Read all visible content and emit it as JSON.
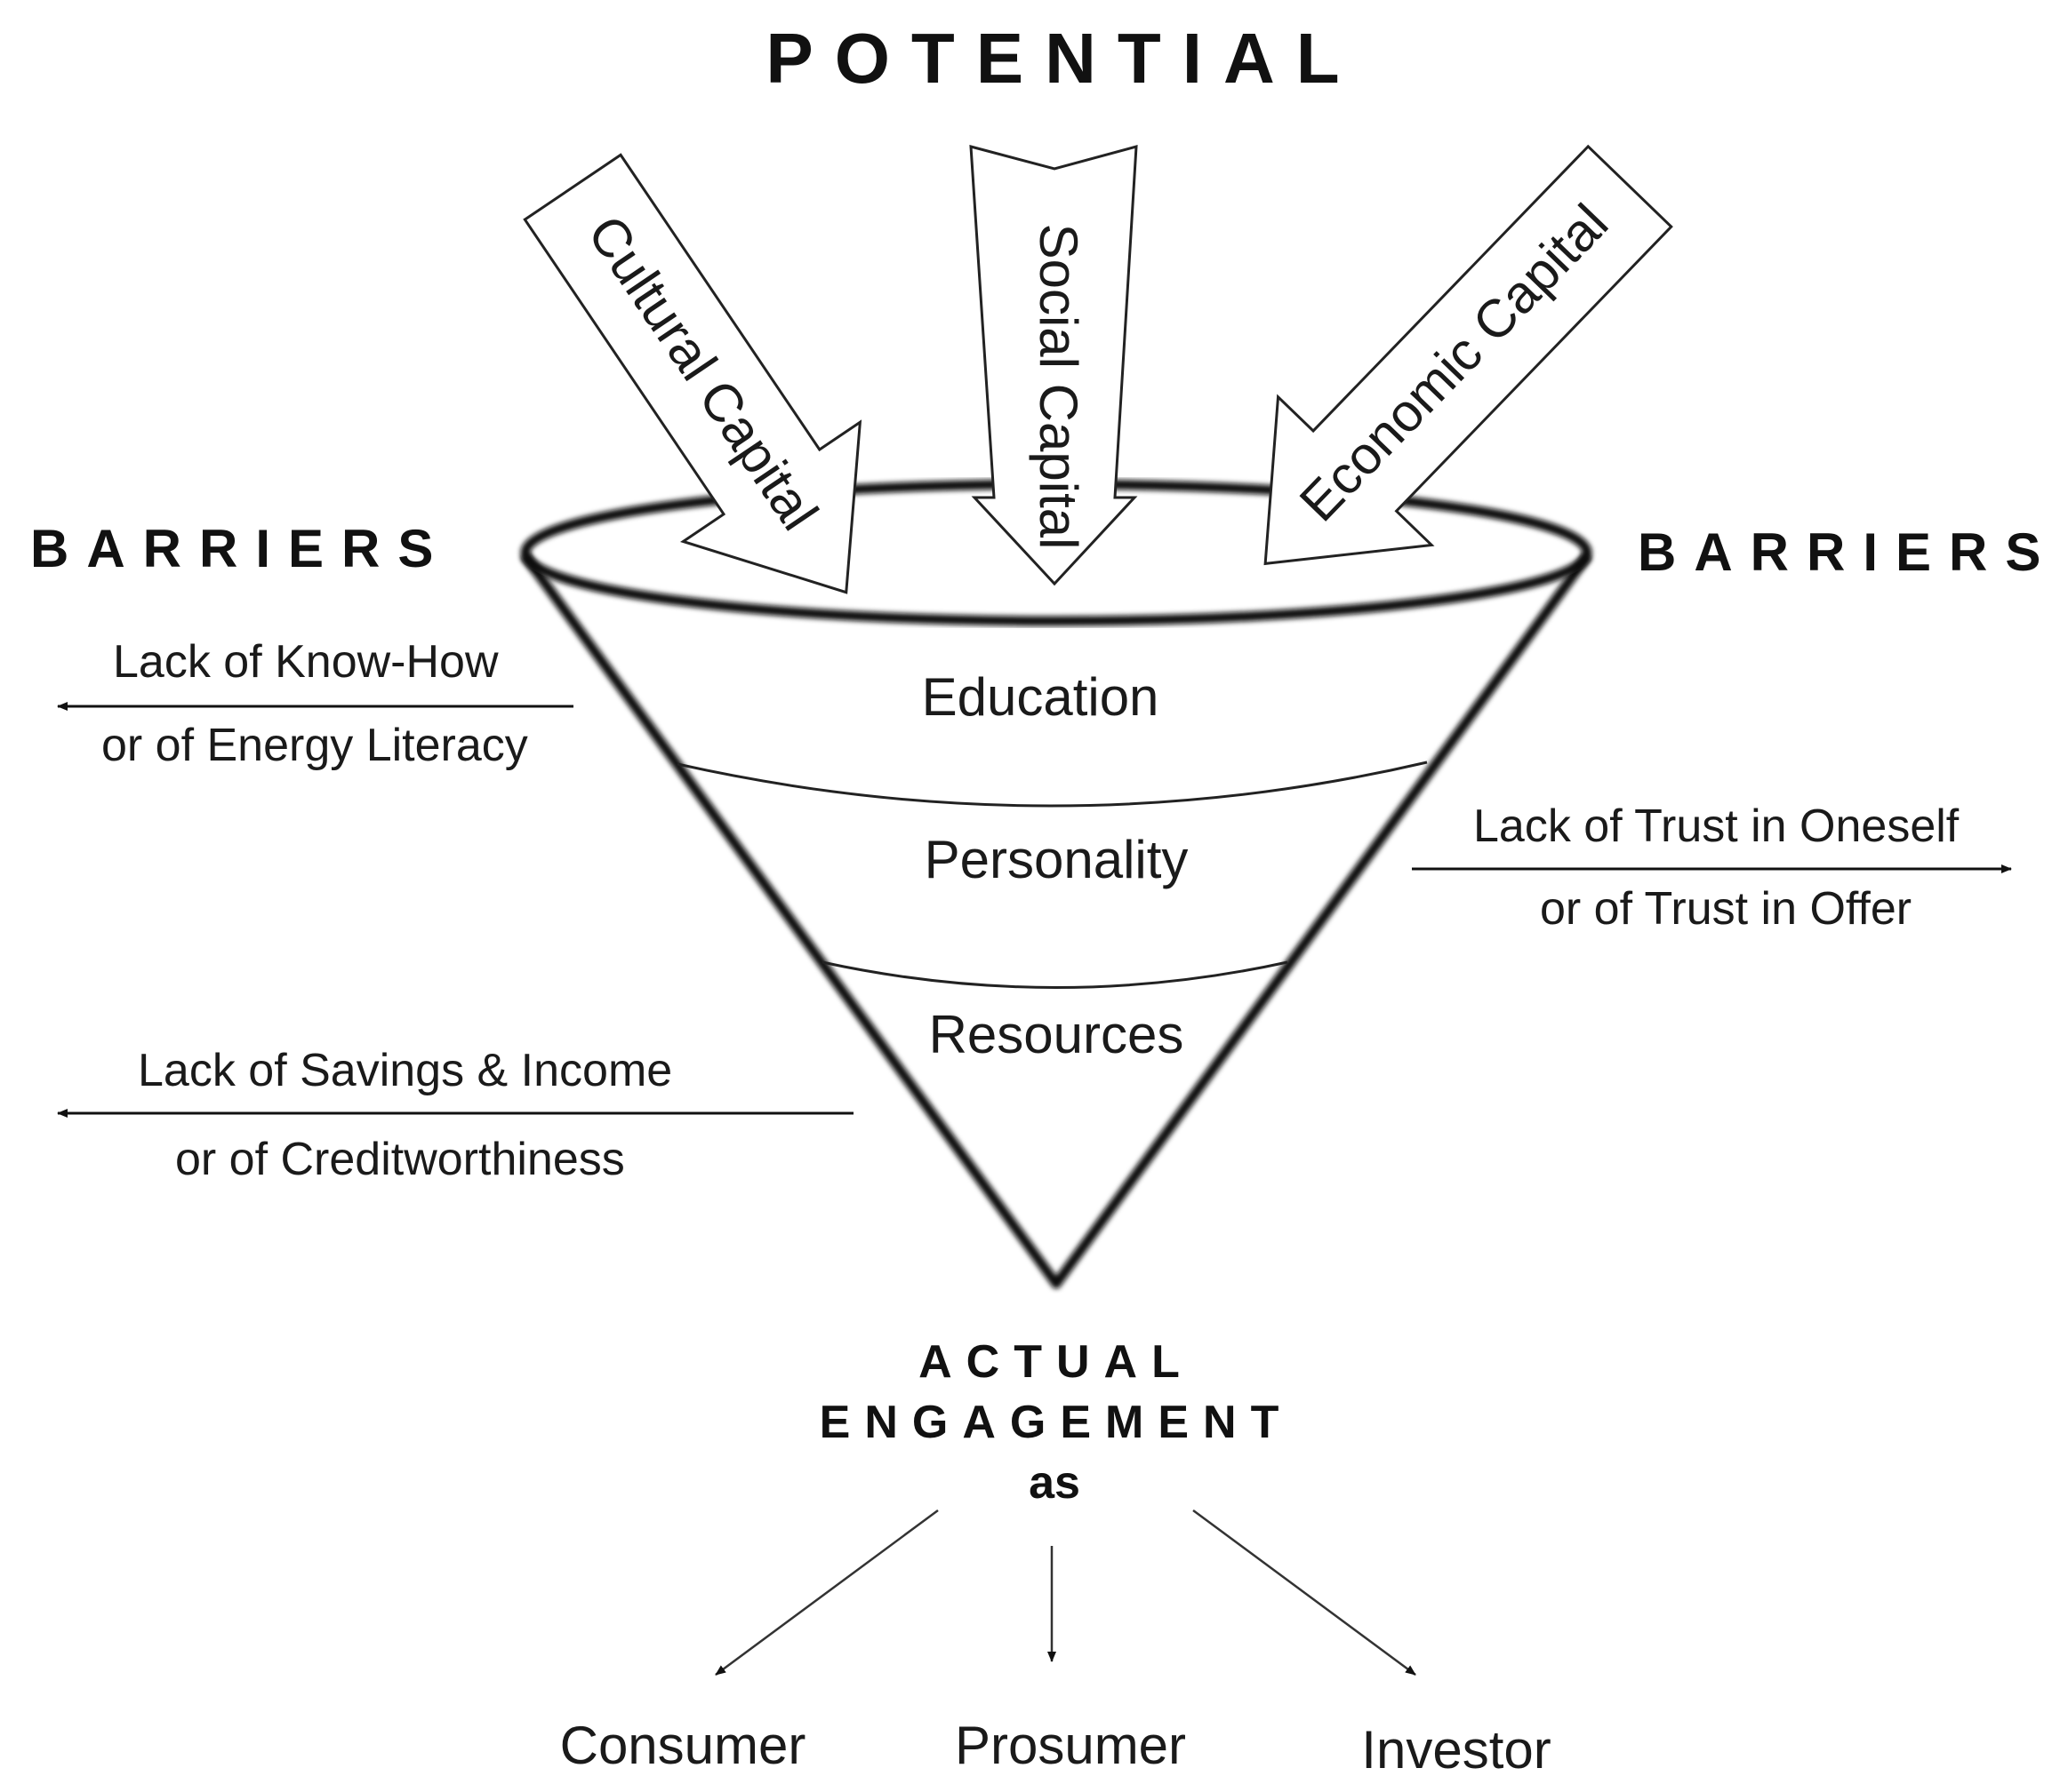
{
  "title": "POTENTIAL",
  "capitals": {
    "cultural": "Cultural Capital",
    "social": "Social Capital",
    "economic": "Economic Capital"
  },
  "barriers": {
    "left_heading": "BARRIERS",
    "right_heading": "BARRIERS",
    "know_how_line1": "Lack of Know-How",
    "know_how_line2": "or of Energy Literacy",
    "trust_line1": "Lack of Trust in Oneself",
    "trust_line2": "or of Trust in Offer",
    "savings_line1": "Lack of Savings & Income",
    "savings_line2": "or of Creditworthiness"
  },
  "funnel_levels": {
    "education": "Education",
    "personality": "Personality",
    "resources": "Resources"
  },
  "engagement": {
    "line1": "ACTUAL",
    "line2": "ENGAGEMENT",
    "line3": "as"
  },
  "outcomes": {
    "consumer": "Consumer",
    "prosumer": "Prosumer",
    "investor": "Investor"
  }
}
